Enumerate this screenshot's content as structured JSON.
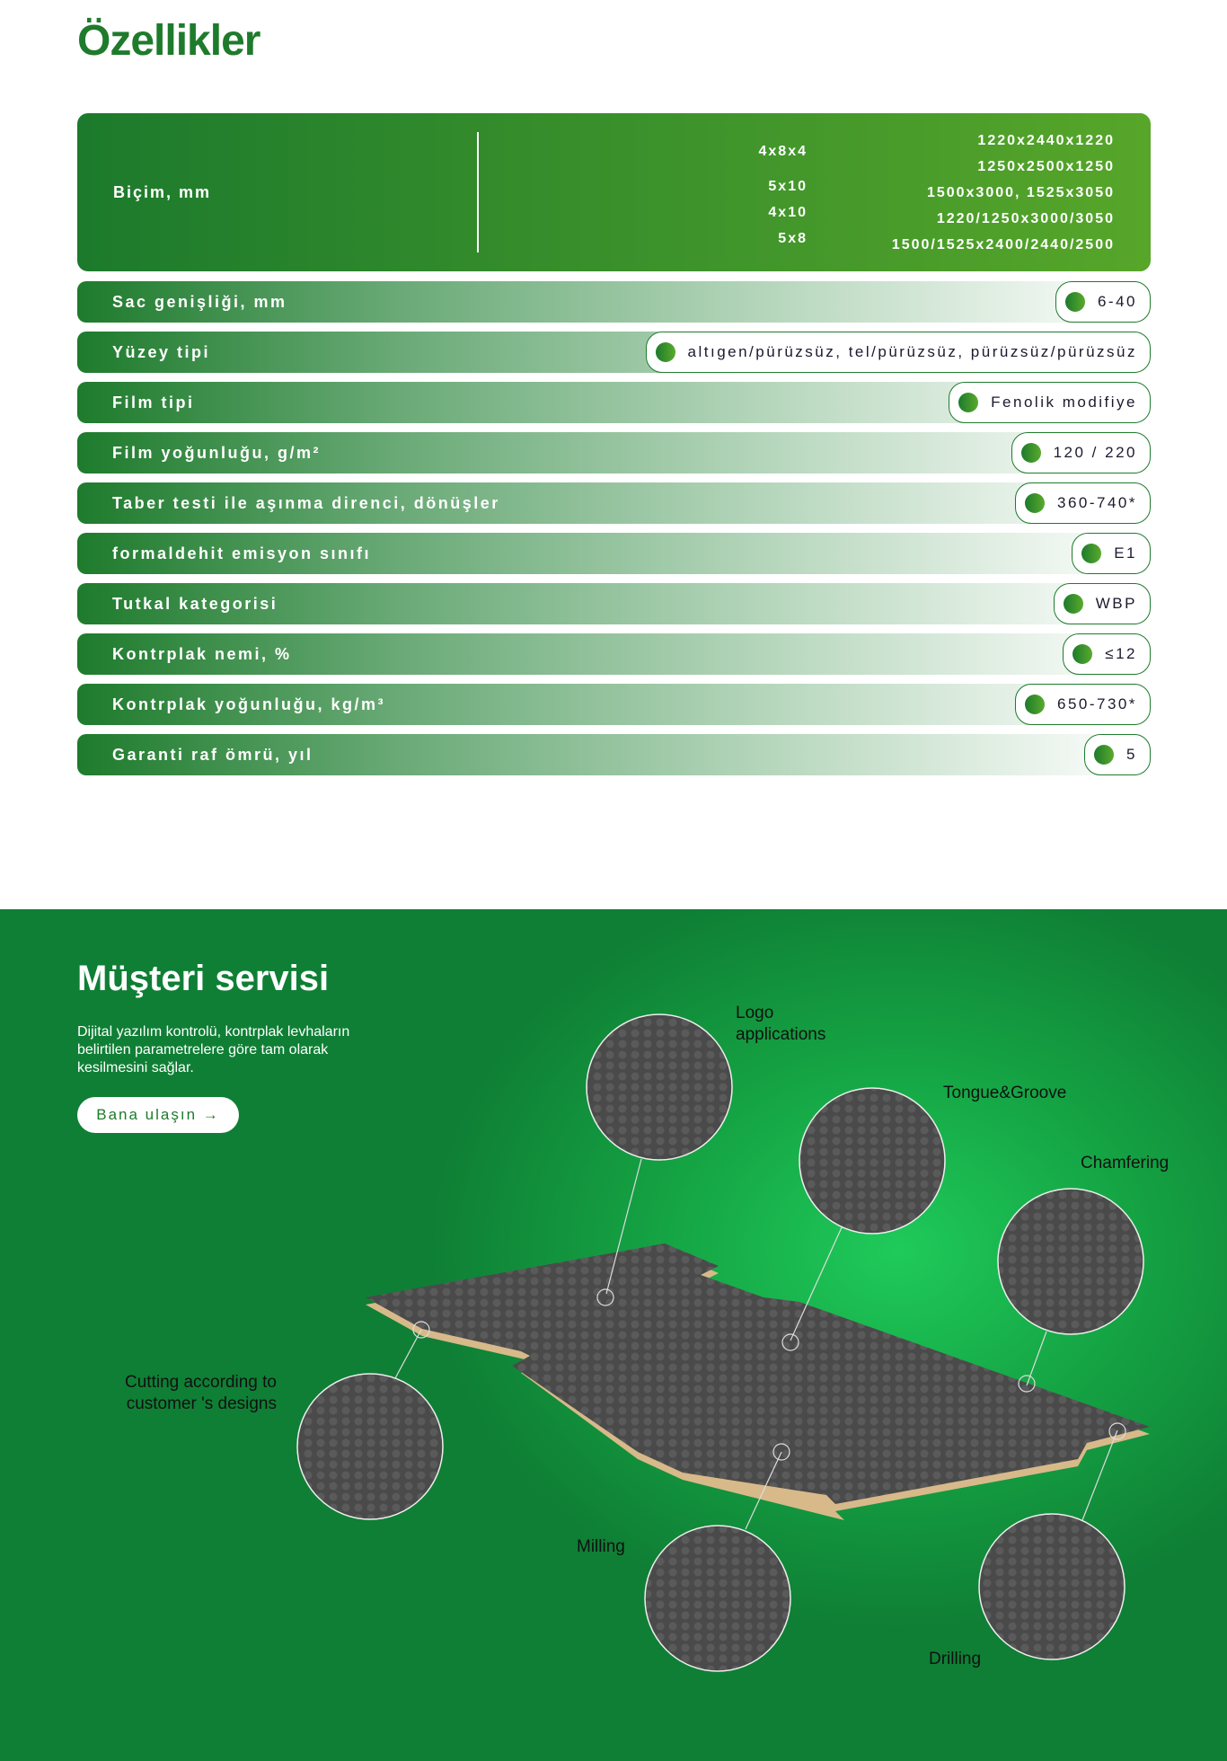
{
  "title": "Özellikler",
  "format": {
    "label": "Biçim, mm",
    "codes": [
      "4x8x4",
      "5x10",
      "4x10",
      "5x8"
    ],
    "sizes": [
      "1220x2440x1220",
      "1250x2500x1250",
      "1500x3000, 1525x3050",
      "1220/1250x3000/3050",
      "1500/1525x2400/2440/2500"
    ]
  },
  "rows": [
    {
      "label": "Sac genişliği, mm",
      "value": "6-40"
    },
    {
      "label": "Yüzey tipi",
      "value": "altıgen/pürüzsüz, tel/pürüzsüz, pürüzsüz/pürüzsüz"
    },
    {
      "label": "Film tipi",
      "value": "Fenolik modifiye"
    },
    {
      "label": "Film yoğunluğu, g/m²",
      "value": "120 / 220"
    },
    {
      "label": "Taber testi ile aşınma direnci, dönüşler",
      "value": "360-740*"
    },
    {
      "label": "formaldehit emisyon sınıfı",
      "value": "E1"
    },
    {
      "label": "Tutkal kategorisi",
      "value": "WBP"
    },
    {
      "label": "Kontrplak nemi, %",
      "value": "≤12"
    },
    {
      "label": "Kontrplak yoğunluğu, kg/m³",
      "value": "650-730*"
    },
    {
      "label": "Garanti raf ömrü, yıl",
      "value": "5"
    }
  ],
  "service": {
    "title": "Müşteri servisi",
    "description": "Dijital yazılım kontrolü, kontrplak levhaların belirtilen parametrelere göre tam olarak kesilmesini sağlar.",
    "button": "Bana ulaşın →",
    "features": {
      "logo": "Logo applications",
      "tongue": "Tongue&Groove",
      "chamfer": "Chamfering",
      "cutting": "Cutting according to customer 's designs",
      "milling": "Milling",
      "drilling": "Drilling"
    }
  }
}
